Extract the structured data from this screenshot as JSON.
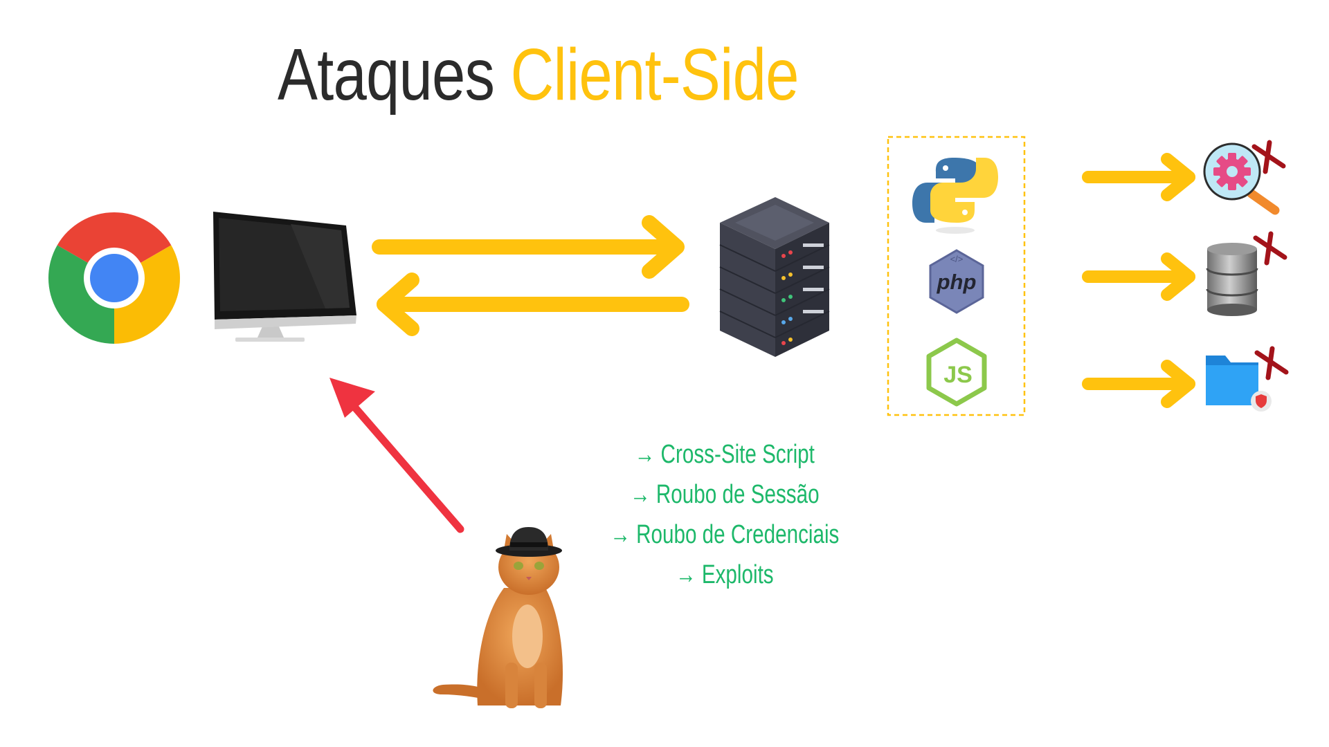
{
  "title": {
    "part1": "Ataques",
    "part2": "Client-Side"
  },
  "attacks": [
    "→ Cross-Site Script",
    "→ Roubo de Sessão",
    "→ Roubo de Credenciais",
    "→ Exploits"
  ],
  "backend_logo_labels": {
    "php": "php",
    "node": "JS"
  },
  "colors": {
    "accent": "#ffc20e",
    "attack_arrow": "#ef3340",
    "attack_text": "#1db86a",
    "dashed_box": "#ffc20e",
    "x_mark": "#a3131a"
  },
  "icons": [
    "chrome-icon",
    "monitor-icon",
    "server-icon",
    "python-icon",
    "php-icon",
    "nodejs-icon",
    "settings-search-icon",
    "database-icon",
    "secure-folder-icon",
    "cat-hacker-image"
  ]
}
